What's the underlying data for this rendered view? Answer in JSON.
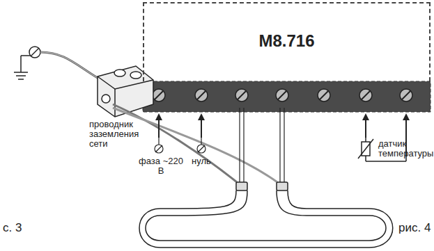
{
  "diagram": {
    "nodes": [
      {
        "text": [
          "M8.716"
        ]
      }
    ],
    "labels": [
      "проводник заземления сети",
      "фаза ~220 В",
      "нуль",
      "датчик температуры",
      "с. 3",
      "рис. 4"
    ]
  }
}
